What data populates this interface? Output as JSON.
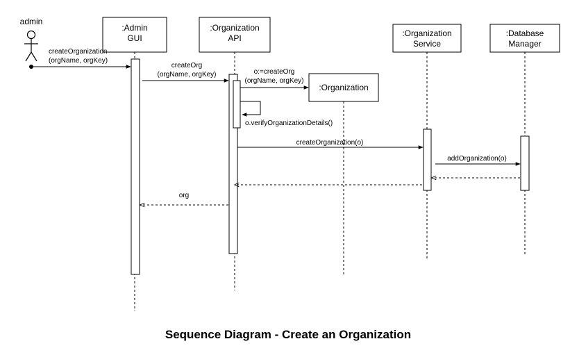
{
  "actor": {
    "label": "admin"
  },
  "participants": {
    "admin_gui": {
      "line1": ":Admin",
      "line2": "GUI"
    },
    "org_api": {
      "line1": ":Organization",
      "line2": "API"
    },
    "organization": {
      "line1": ":Organization"
    },
    "org_service": {
      "line1": ":Organization",
      "line2": "Service"
    },
    "db_manager": {
      "line1": ":Database",
      "line2": "Manager"
    }
  },
  "messages": {
    "m1": {
      "line1": "createOrganization",
      "line2": "(orgName, orgKey)"
    },
    "m2": {
      "line1": "createOrg",
      "line2": "(orgName, orgKey)"
    },
    "m3": {
      "line1": "o:=createOrg",
      "line2": "(orgName, orgKey)"
    },
    "m4": {
      "line1": "o.verifyOrganizationDetails()"
    },
    "m5": {
      "line1": "createOrganization(o)"
    },
    "m6": {
      "line1": "addOrganization(o)"
    },
    "m7": {
      "line1": "org"
    }
  },
  "title": "Sequence Diagram - Create an Organization"
}
